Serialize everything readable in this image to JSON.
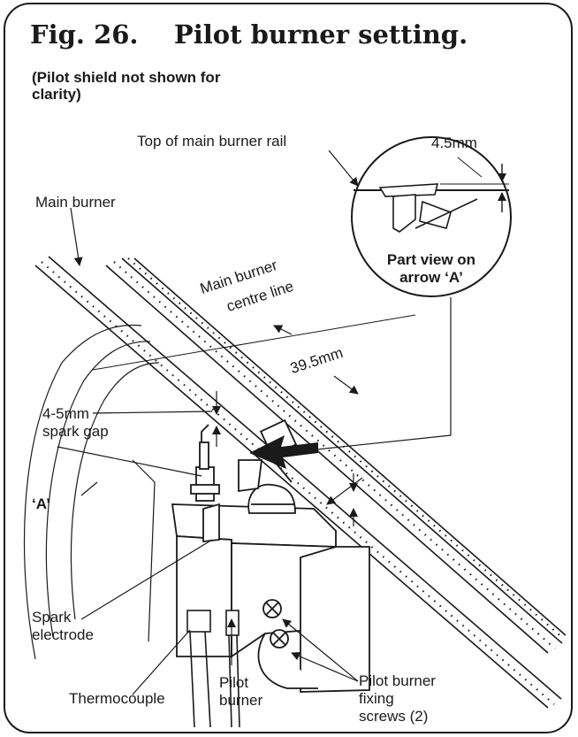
{
  "figure": {
    "title": "Fig. 26.    Pilot burner setting.",
    "note": "(Pilot shield not shown for clarity)"
  },
  "inset": {
    "rail_label": "Top of main burner rail",
    "dimension": "4.5mm",
    "caption_line1": "Part view on",
    "caption_line2": "arrow ‘A’"
  },
  "labels": {
    "main_burner": "Main burner",
    "centre_line_1": "Main burner",
    "centre_line_2": "centre line",
    "dim_395": "39.5mm",
    "spark_gap_1": "4-5mm",
    "spark_gap_2": "spark gap",
    "arrow_a": "‘A’",
    "spark_electrode_1": "Spark",
    "spark_electrode_2": "electrode",
    "thermocouple": "Thermocouple",
    "pilot_burner_1": "Pilot",
    "pilot_burner_2": "burner",
    "fixing_screws_1": "Pilot burner",
    "fixing_screws_2": "fixing",
    "fixing_screws_3": "screws (2)"
  }
}
